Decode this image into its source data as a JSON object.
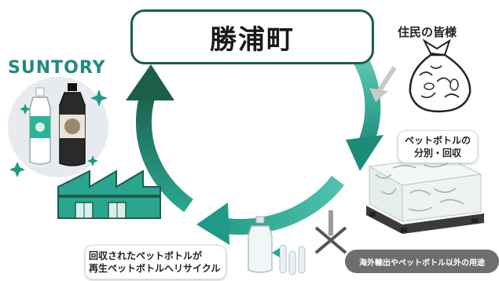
{
  "title": "勝浦町",
  "brand": "SUNTORY",
  "residents_label": "住民の皆様",
  "collection_label": [
    "ペットボトルの",
    "分別・回収"
  ],
  "recycle_label": [
    "回収されたペットボトルが",
    "再生ペットボトルへリサイクル"
  ],
  "other_use_label": "海外輸出やペットボトル以外の用途",
  "colors": {
    "dark_green": "#1b5e4a",
    "teal": "#1f9a86",
    "light_teal": "#5cc9b5",
    "gray": "#6e6e6e"
  },
  "icons": [
    "garbage-bag-icon",
    "bottle-bale-icon",
    "factory-icon",
    "pet-bottles-icon",
    "preform-icon",
    "cross-mark-icon"
  ]
}
